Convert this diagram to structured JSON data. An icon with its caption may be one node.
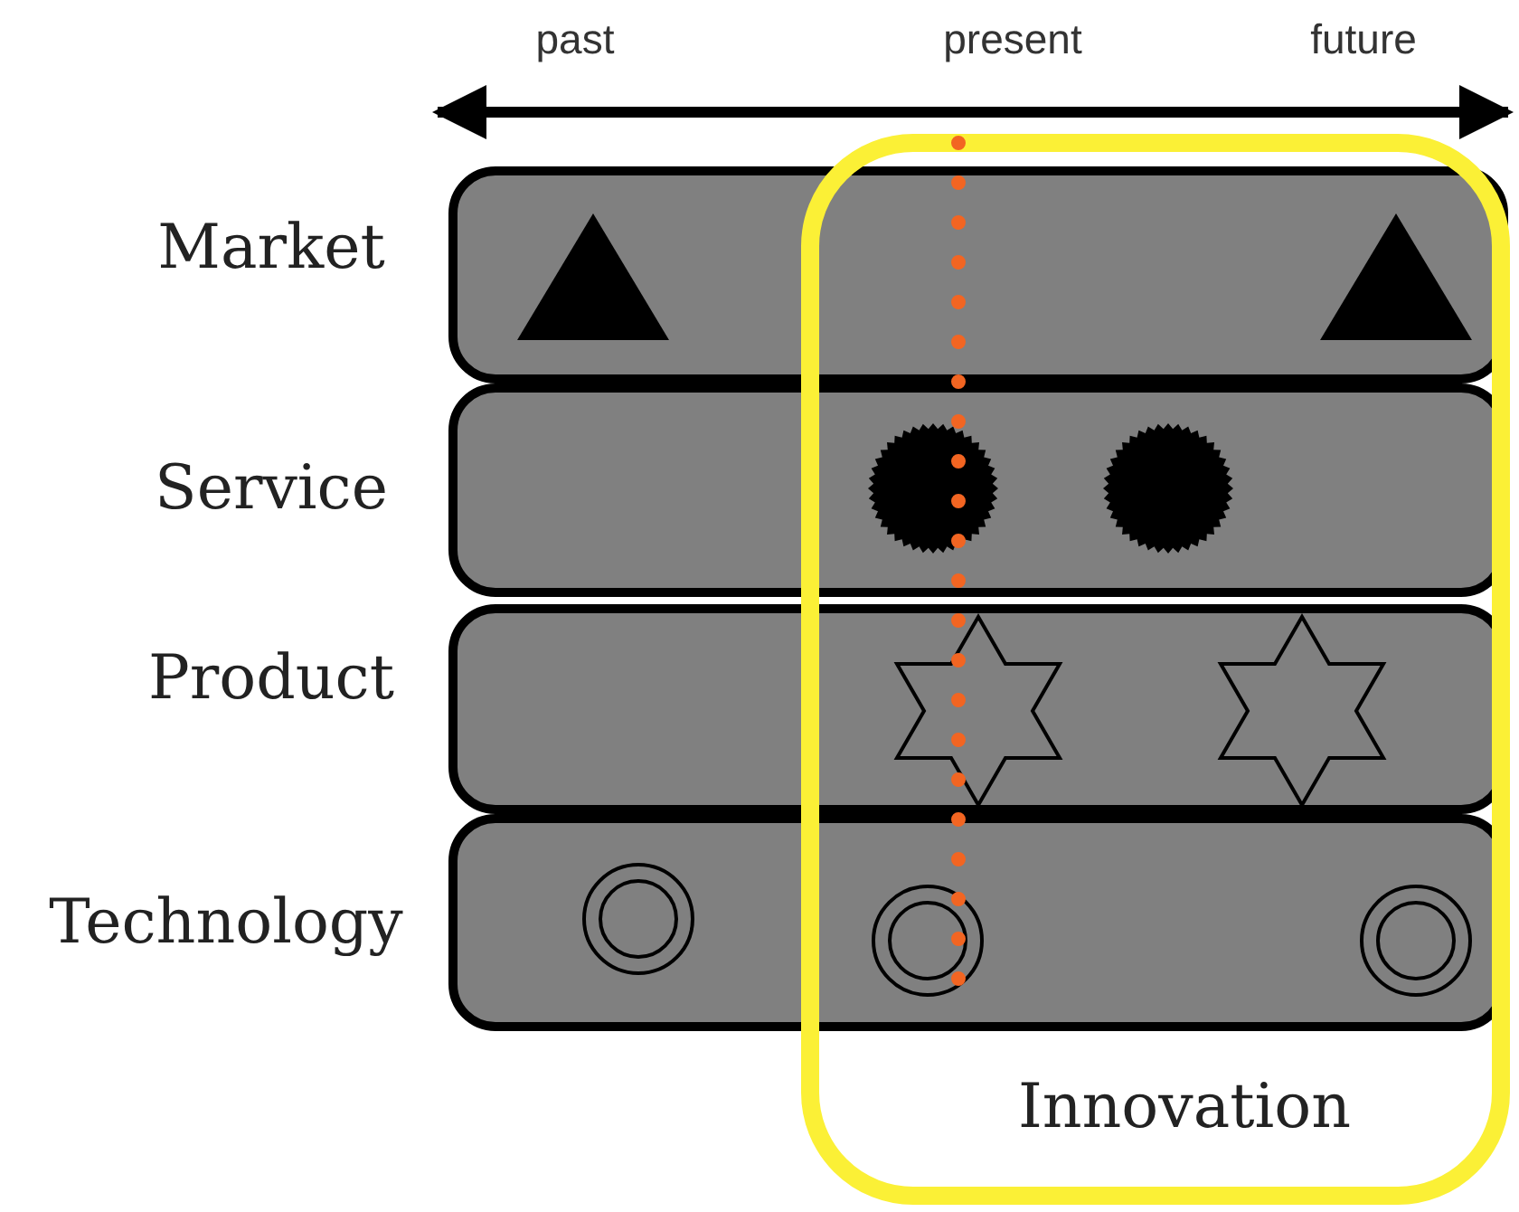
{
  "diagram": {
    "nodes": [
      {
        "text": [
          "Market"
        ]
      },
      {
        "text": [
          "Service"
        ]
      },
      {
        "text": [
          "Product"
        ]
      },
      {
        "text": [
          "Technology"
        ]
      },
      {
        "text": [
          "Innovation"
        ]
      }
    ],
    "labels": [
      "past",
      "present",
      "future"
    ]
  }
}
